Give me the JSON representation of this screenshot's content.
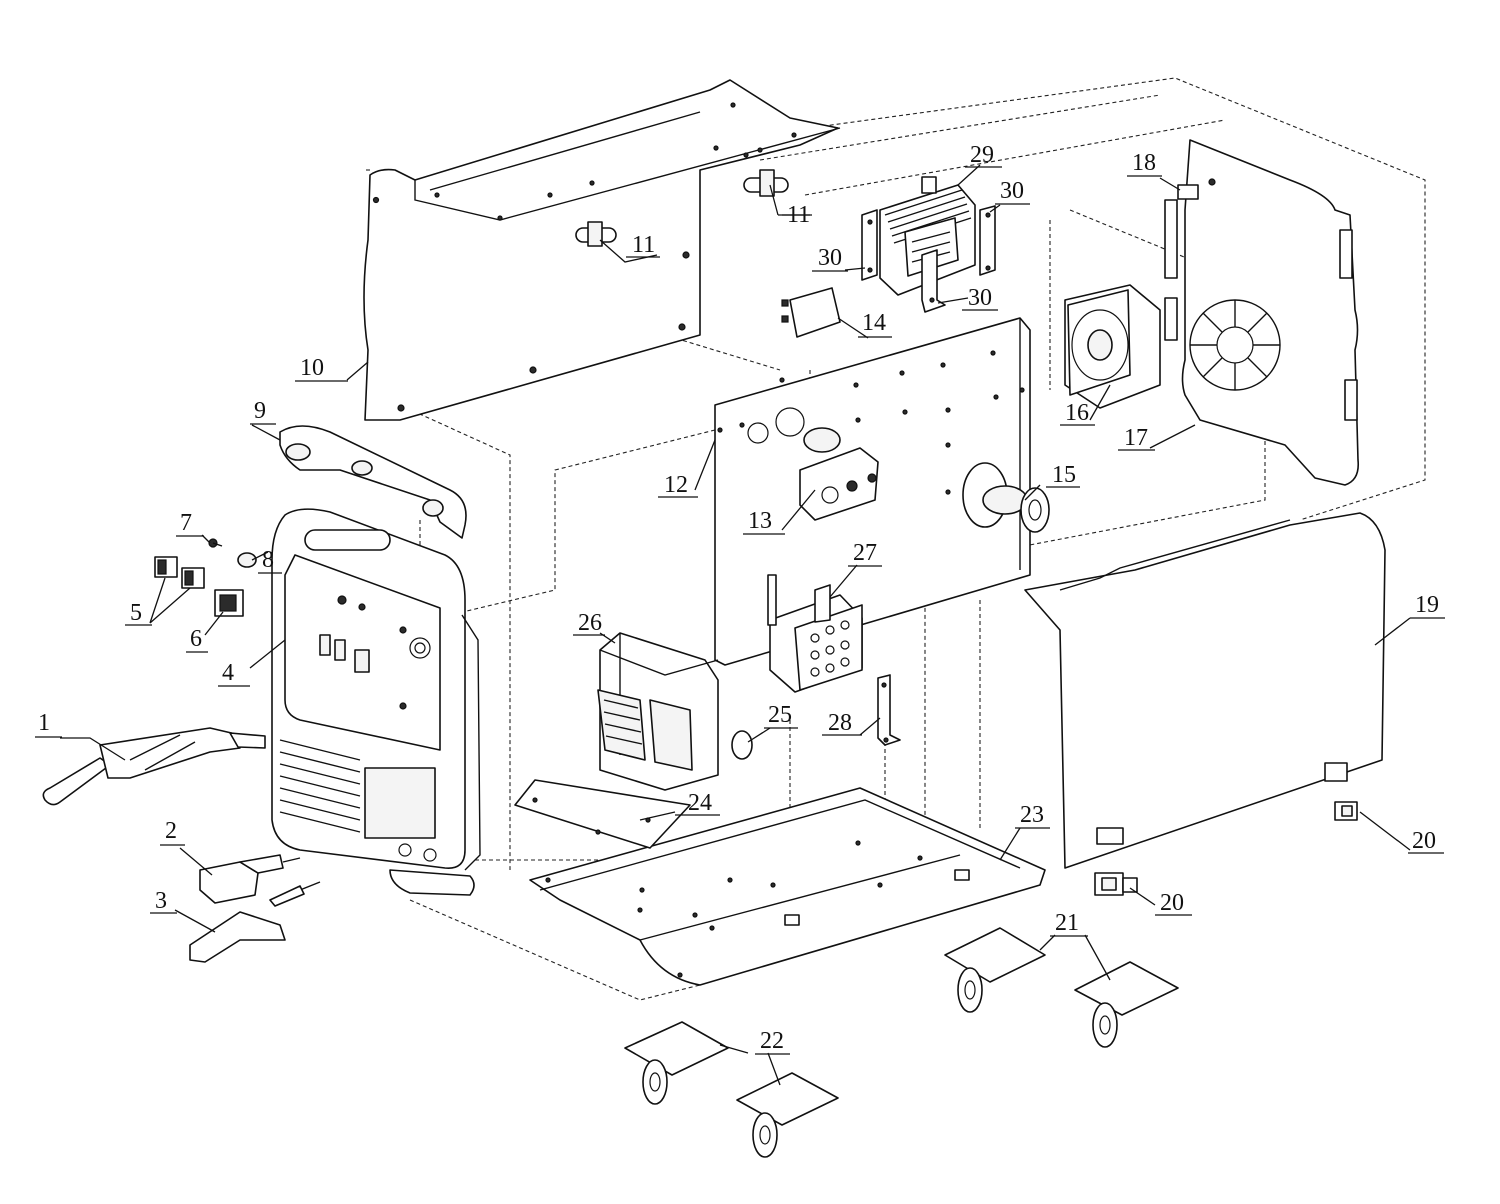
{
  "callouts": [
    {
      "id": "callout-1",
      "label": "1",
      "part": "torch"
    },
    {
      "id": "callout-2",
      "label": "2",
      "part": "mains-plug"
    },
    {
      "id": "callout-3",
      "label": "3",
      "part": "earth-clamp"
    },
    {
      "id": "callout-4",
      "label": "4",
      "part": "front-panel"
    },
    {
      "id": "callout-5",
      "label": "5",
      "part": "rocker-switches"
    },
    {
      "id": "callout-6",
      "label": "6",
      "part": "power-switch"
    },
    {
      "id": "callout-7",
      "label": "7",
      "part": "screw"
    },
    {
      "id": "callout-8",
      "label": "8",
      "part": "knob"
    },
    {
      "id": "callout-9",
      "label": "9",
      "part": "handle"
    },
    {
      "id": "callout-10",
      "label": "10",
      "part": "top-cover"
    },
    {
      "id": "callout-11a",
      "label": "11",
      "part": "hinge-left"
    },
    {
      "id": "callout-11b",
      "label": "11",
      "part": "hinge-right"
    },
    {
      "id": "callout-12",
      "label": "12",
      "part": "middle-plate"
    },
    {
      "id": "callout-13",
      "label": "13",
      "part": "wire-feed-motor"
    },
    {
      "id": "callout-14",
      "label": "14",
      "part": "pcb-small"
    },
    {
      "id": "callout-15",
      "label": "15",
      "part": "spool-holder"
    },
    {
      "id": "callout-16",
      "label": "16",
      "part": "fan"
    },
    {
      "id": "callout-17",
      "label": "17",
      "part": "rear-panel"
    },
    {
      "id": "callout-18",
      "label": "18",
      "part": "cable-gland"
    },
    {
      "id": "callout-19",
      "label": "19",
      "part": "side-cover"
    },
    {
      "id": "callout-20a",
      "label": "20",
      "part": "latch-right"
    },
    {
      "id": "callout-20b",
      "label": "20",
      "part": "latch-bottom"
    },
    {
      "id": "callout-21",
      "label": "21",
      "part": "rear-wheels"
    },
    {
      "id": "callout-22",
      "label": "22",
      "part": "front-wheels"
    },
    {
      "id": "callout-23",
      "label": "23",
      "part": "base-plate"
    },
    {
      "id": "callout-24",
      "label": "24",
      "part": "insulation-sheet"
    },
    {
      "id": "callout-25",
      "label": "25",
      "part": "thermostat"
    },
    {
      "id": "callout-26",
      "label": "26",
      "part": "transformer"
    },
    {
      "id": "callout-27",
      "label": "27",
      "part": "rectifier-board"
    },
    {
      "id": "callout-28",
      "label": "28",
      "part": "bracket"
    },
    {
      "id": "callout-29",
      "label": "29",
      "part": "heatsink"
    },
    {
      "id": "callout-30a",
      "label": "30",
      "part": "bracket-upper-right"
    },
    {
      "id": "callout-30b",
      "label": "30",
      "part": "bracket-left"
    },
    {
      "id": "callout-30c",
      "label": "30",
      "part": "bracket-lower"
    }
  ]
}
